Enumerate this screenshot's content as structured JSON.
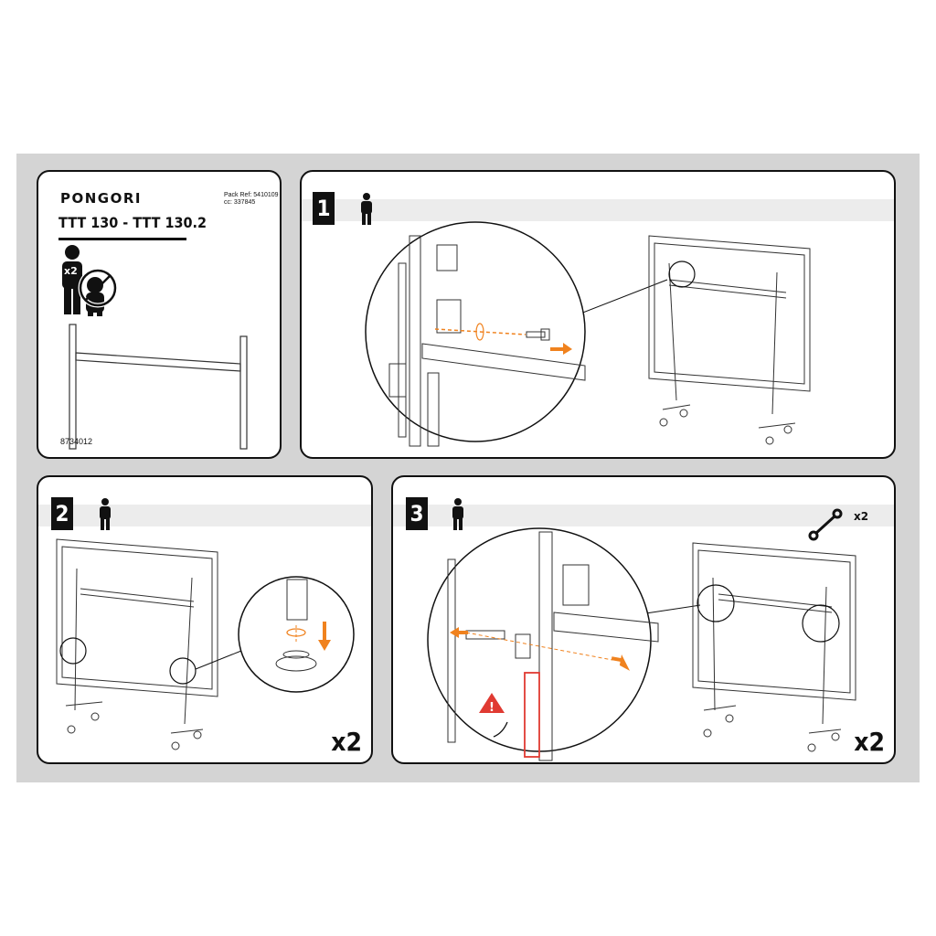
{
  "brand": "PONGORI",
  "model": "TTT 130 - TTT 130.2",
  "pack_ref": "Pack Ref: 5410109",
  "cc": "cc: 337845",
  "people_count": "x2",
  "part_number": "8734012",
  "steps": [
    {
      "number": "1",
      "multiplier": ""
    },
    {
      "number": "2",
      "multiplier": "x2"
    },
    {
      "number": "3",
      "multiplier": "x2",
      "tool_count": "x2"
    }
  ],
  "colors": {
    "accent": "#f0821e",
    "warning": "#e03a32",
    "band": "#ececec",
    "background": "#d4d4d4"
  },
  "icons": [
    "person-icon",
    "no-child-icon",
    "wrench-icon",
    "warning-icon",
    "rotate-icon",
    "arrow-icon"
  ]
}
